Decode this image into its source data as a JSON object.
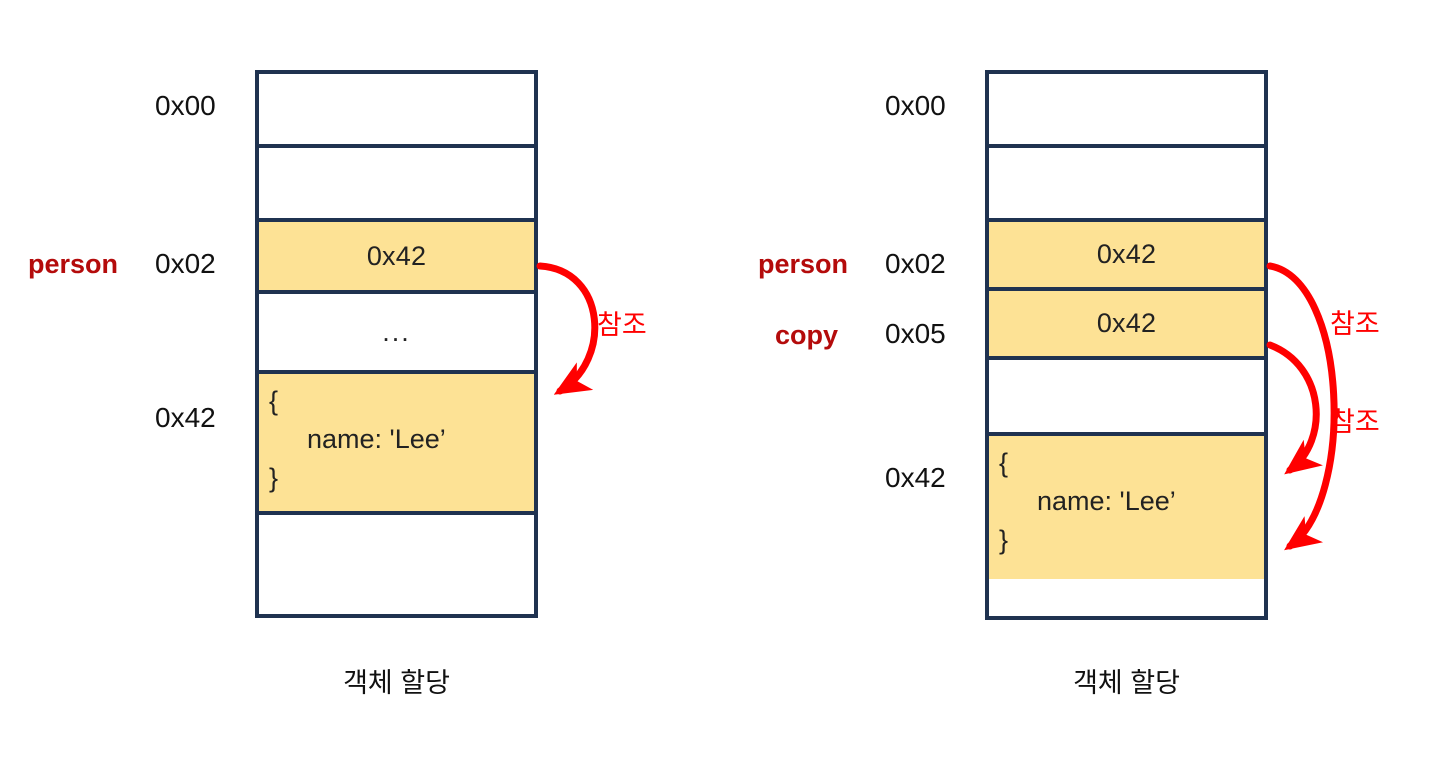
{
  "diagram": {
    "title_left": "객체 할당",
    "title_right": "객체 할당",
    "accent_red": "#FF0000",
    "label_red": "#B40B0B",
    "border_navy": "#1F3250",
    "fill_yellow": "#FDE295",
    "reference_label": "참조"
  },
  "left_panel": {
    "caption": "객체 할당",
    "variables": [
      {
        "name": "person",
        "address": "0x02"
      }
    ],
    "addresses": [
      {
        "label": "0x00"
      },
      {
        "label": "0x02"
      },
      {
        "label": "0x42"
      }
    ],
    "rows": [
      {
        "kind": "empty",
        "value": "",
        "address": "0x00",
        "highlight": false
      },
      {
        "kind": "empty",
        "value": "",
        "address": "",
        "highlight": false
      },
      {
        "kind": "pointer",
        "value": "0x42",
        "address": "0x02",
        "highlight": true
      },
      {
        "kind": "ellipsis",
        "value": "...",
        "address": "",
        "highlight": false
      },
      {
        "kind": "object",
        "value": "{ name: 'Lee’ }",
        "address": "0x42",
        "highlight": true
      },
      {
        "kind": "empty",
        "value": "",
        "address": "",
        "highlight": false
      }
    ],
    "object_lines": [
      "{",
      "name: 'Lee’",
      "}"
    ],
    "arrows": [
      {
        "id": "ref-1",
        "from_address": "0x02",
        "to_address": "0x42",
        "label": "참조"
      }
    ]
  },
  "right_panel": {
    "caption": "객체 할당",
    "variables": [
      {
        "name": "person",
        "address": "0x02"
      },
      {
        "name": "copy",
        "address": "0x05"
      }
    ],
    "addresses": [
      {
        "label": "0x00"
      },
      {
        "label": "0x02"
      },
      {
        "label": "0x05"
      },
      {
        "label": "0x42"
      }
    ],
    "rows": [
      {
        "kind": "empty",
        "value": "",
        "address": "0x00",
        "highlight": false
      },
      {
        "kind": "empty",
        "value": "",
        "address": "",
        "highlight": false
      },
      {
        "kind": "pointer",
        "value": "0x42",
        "address": "0x02",
        "highlight": true
      },
      {
        "kind": "pointer",
        "value": "0x42",
        "address": "0x05",
        "highlight": true
      },
      {
        "kind": "empty",
        "value": "",
        "address": "",
        "highlight": false
      },
      {
        "kind": "object",
        "value": "{ name: 'Lee’ }",
        "address": "0x42",
        "highlight": true
      }
    ],
    "object_lines": [
      "{",
      "name: 'Lee’",
      "}"
    ],
    "arrows": [
      {
        "id": "ref-1",
        "from_address": "0x02",
        "to_address": "0x42",
        "label": "참조"
      },
      {
        "id": "ref-2",
        "from_address": "0x05",
        "to_address": "0x42",
        "label": "참조"
      }
    ]
  }
}
